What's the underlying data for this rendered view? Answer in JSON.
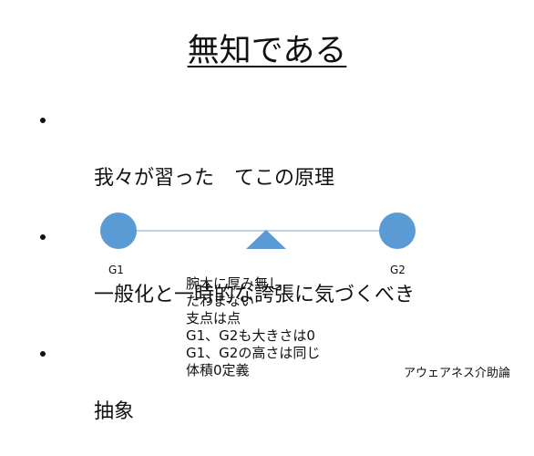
{
  "slide": {
    "title": "無知である",
    "bullets": [
      "我々が習った　てこの原理",
      "一般化と一時的な誇張に気づくべき",
      "抽象"
    ],
    "diagram": {
      "left_ball_label": "G1",
      "right_ball_label": "G2",
      "ball_color": "#5b9bd5",
      "beam_color": "#9dc3e6",
      "fulcrum_color": "#5b9bd5"
    },
    "notes": [
      "腕木に厚み無し",
      "たわまない",
      "支点は点",
      "G1、G2も大きさは0",
      "G1、G2の高さは同じ",
      "体積0定義"
    ],
    "footer": "アウェアネス介助論"
  }
}
